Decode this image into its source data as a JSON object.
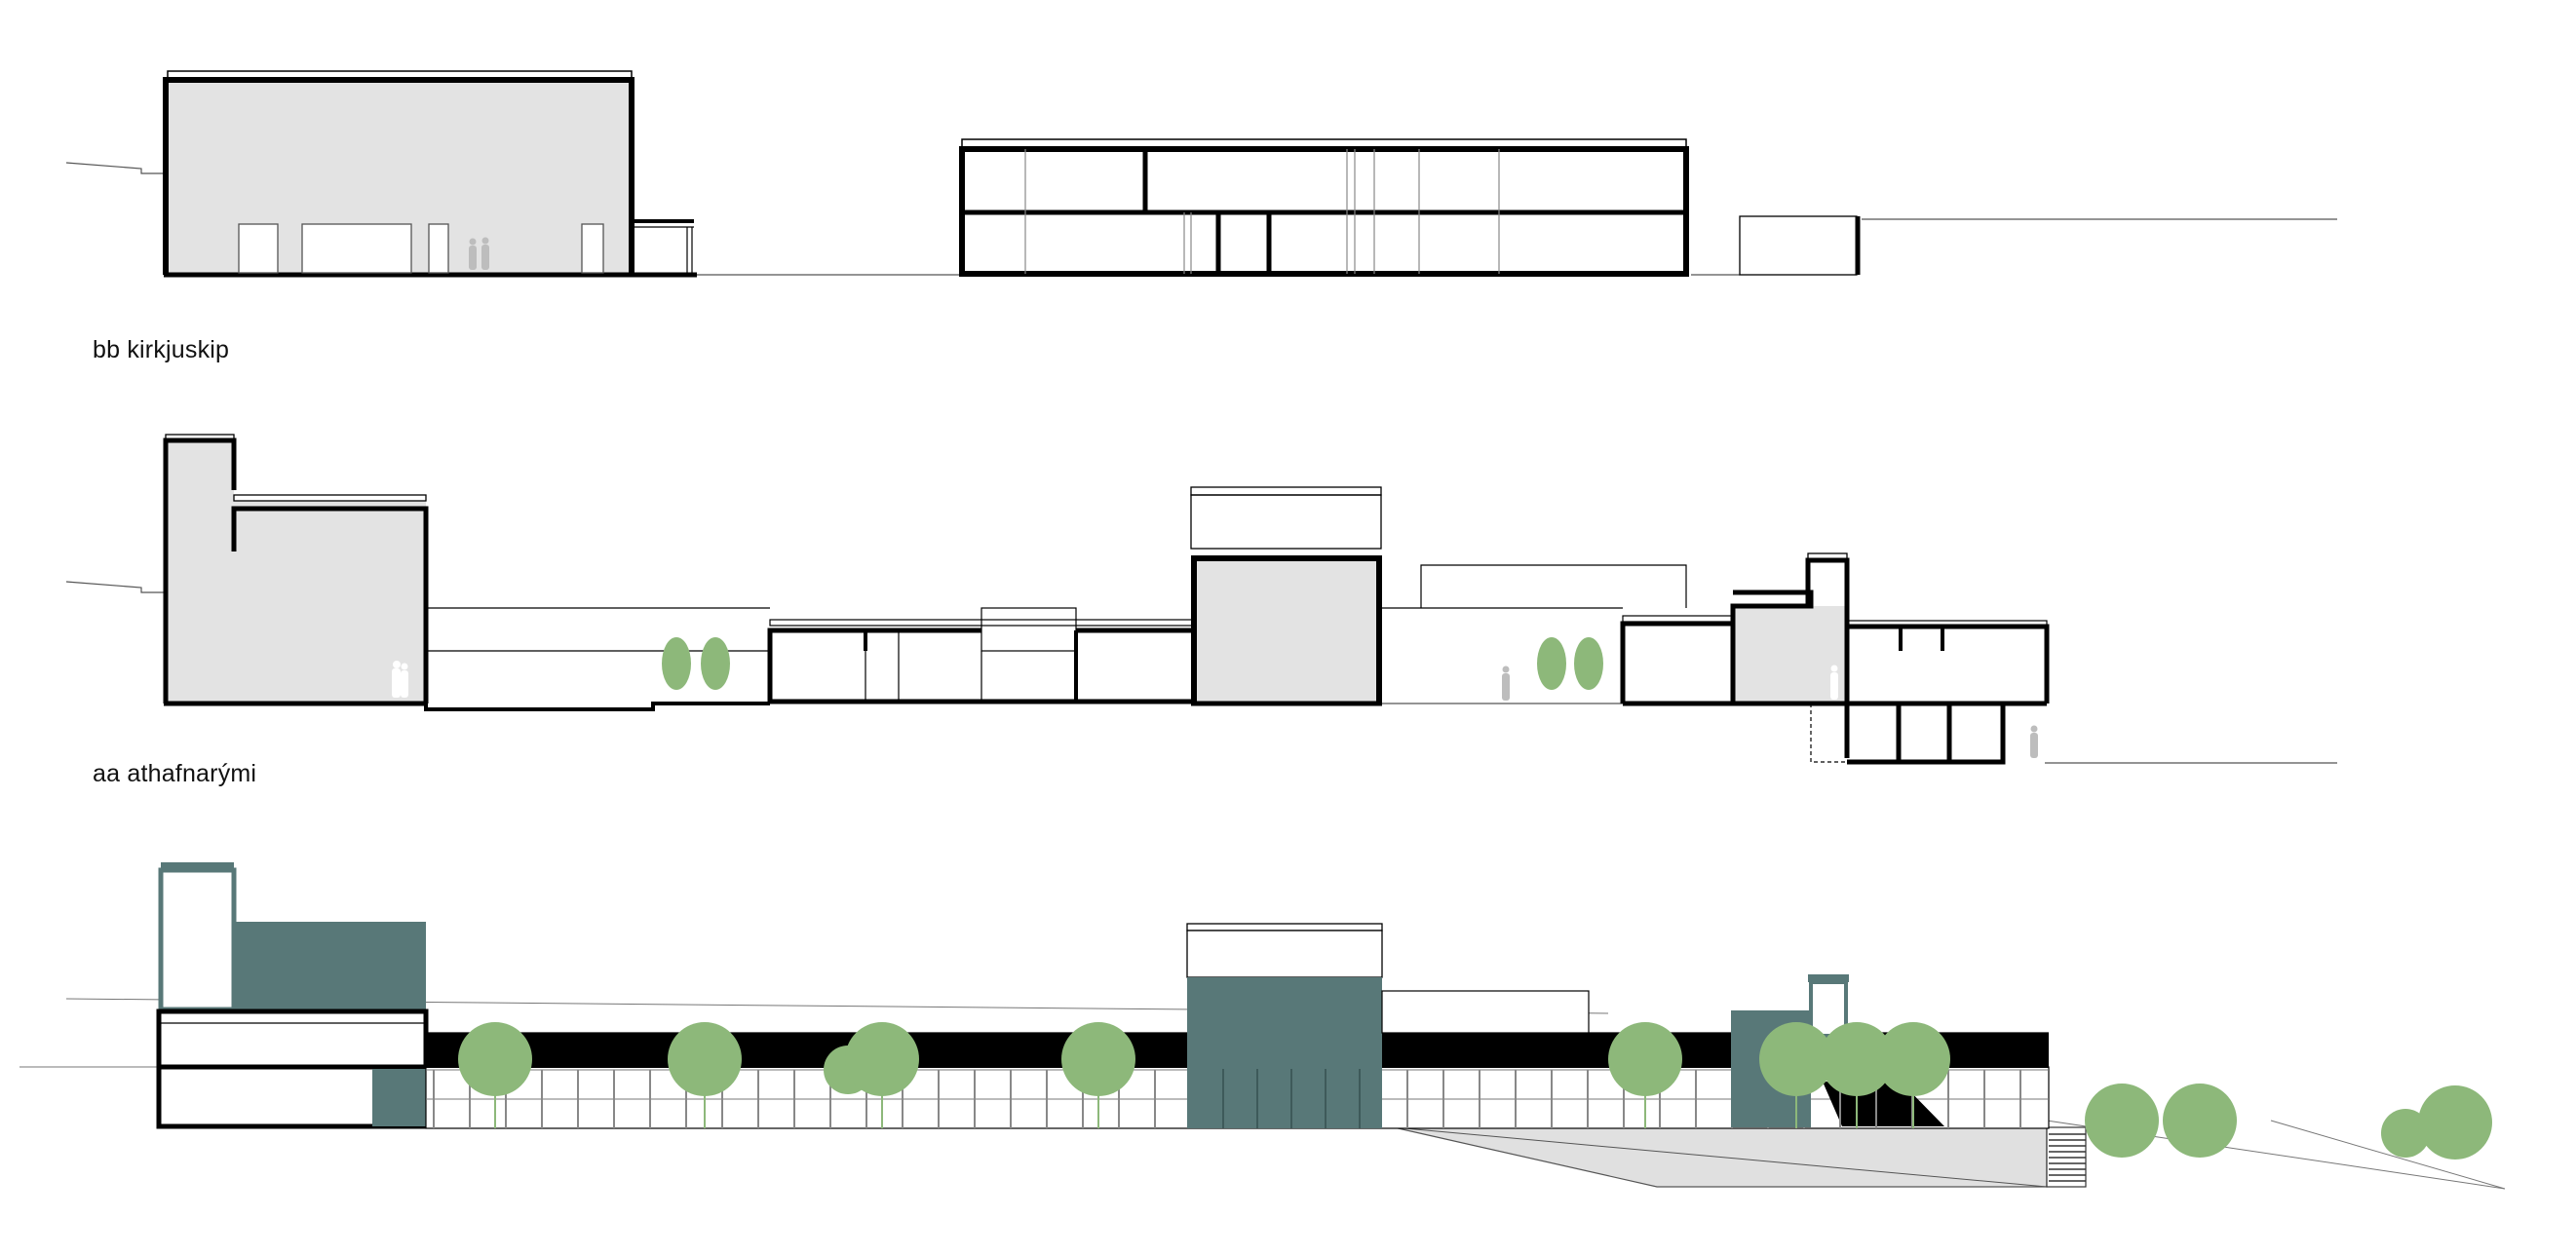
{
  "sections": [
    {
      "id": "bb",
      "label": "bb kirkjuskip"
    },
    {
      "id": "aa",
      "label": "aa athafnarými"
    },
    {
      "id": "elevation",
      "label": ""
    }
  ],
  "colors": {
    "wall": "#000000",
    "interior_fill": "#e3e3e3",
    "facade_teal": "#587878",
    "tree_green": "#8db87a",
    "figure_gray": "#bdbdbd",
    "ground_line": "#555555",
    "stair": "#333333"
  }
}
